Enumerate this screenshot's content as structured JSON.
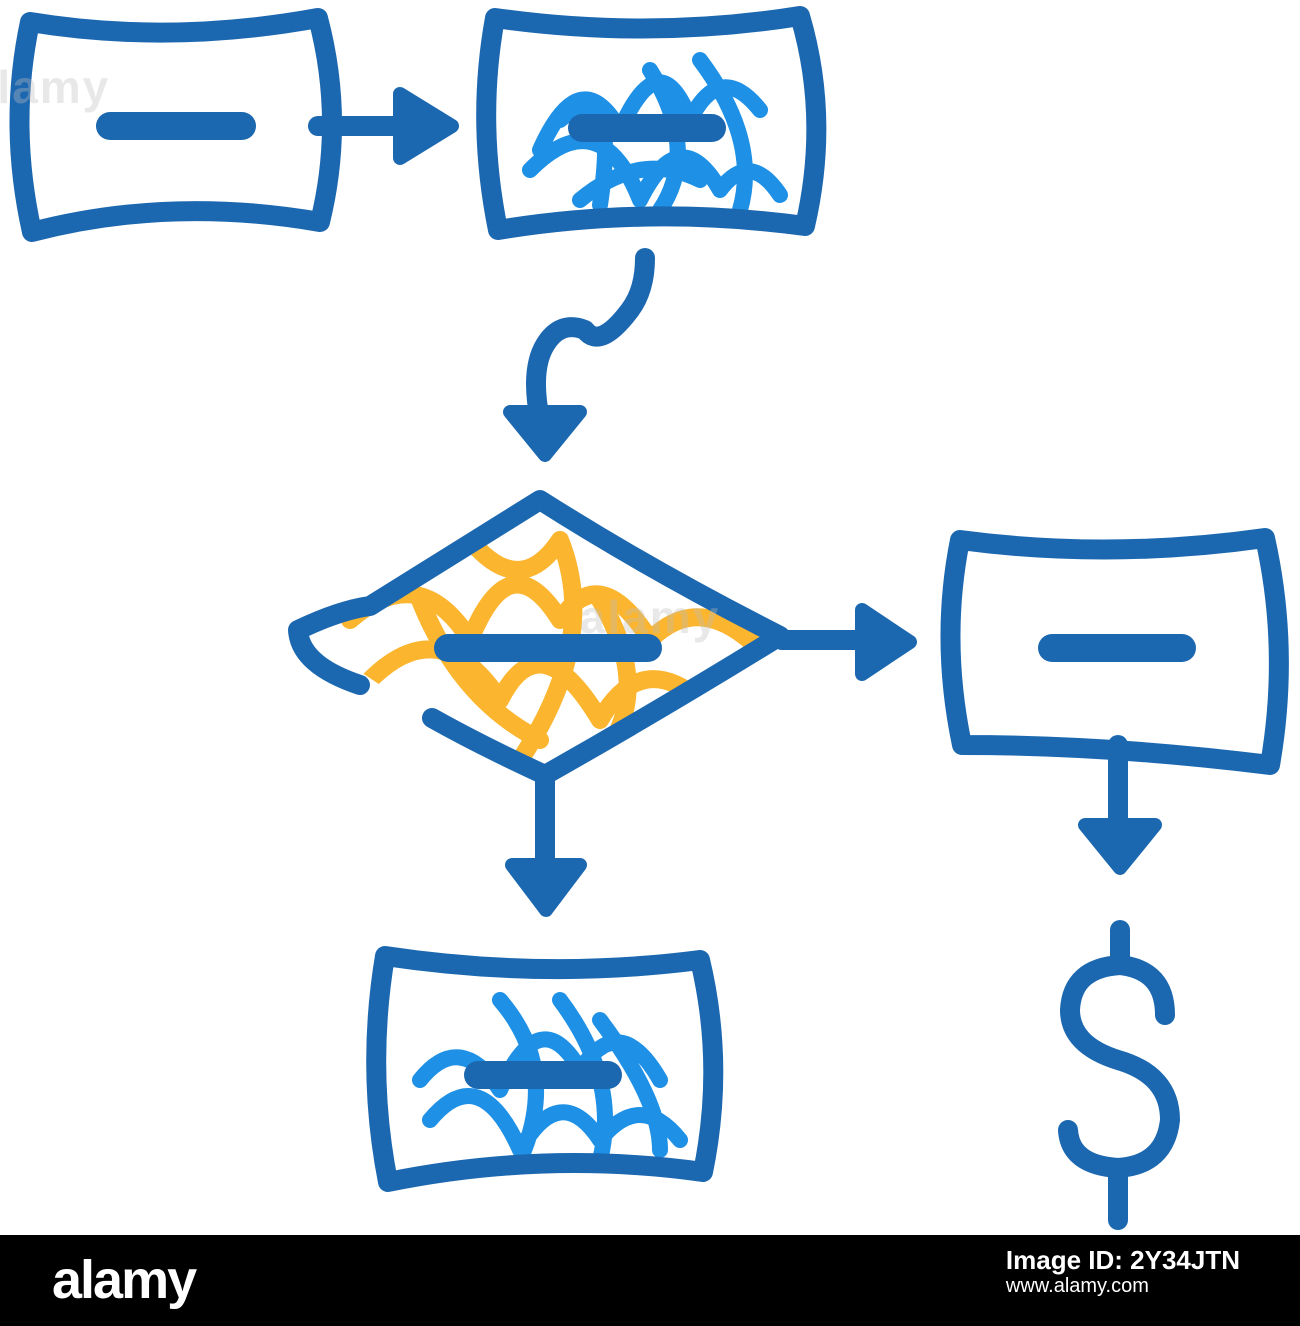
{
  "colors": {
    "outline": "#1c68b0",
    "fill_blue": "#1e90e6",
    "fill_orange": "#fbb52f",
    "background": "#ffffff",
    "bar": "#000000"
  },
  "diagram": {
    "nodes": [
      {
        "id": "box-1",
        "shape": "rounded-rect",
        "fill": "none"
      },
      {
        "id": "box-2",
        "shape": "rounded-rect",
        "fill": "scribble-blue"
      },
      {
        "id": "decision",
        "shape": "diamond",
        "fill": "scribble-orange"
      },
      {
        "id": "box-3",
        "shape": "rounded-rect",
        "fill": "none"
      },
      {
        "id": "box-4",
        "shape": "rounded-rect",
        "fill": "scribble-blue"
      },
      {
        "id": "dollar",
        "shape": "symbol",
        "icon": "dollar-sign-icon"
      }
    ],
    "edges": [
      {
        "from": "box-1",
        "to": "box-2"
      },
      {
        "from": "box-2",
        "to": "decision"
      },
      {
        "from": "decision",
        "to": "box-3"
      },
      {
        "from": "decision",
        "to": "box-4"
      },
      {
        "from": "box-3",
        "to": "dollar"
      }
    ],
    "dollar_text": "$"
  },
  "watermark": {
    "center_text": "alamy",
    "side_text": "alamy"
  },
  "footer": {
    "logo": "alamy",
    "image_id": "Image ID: 2Y34JTN",
    "site": "www.alamy.com"
  }
}
